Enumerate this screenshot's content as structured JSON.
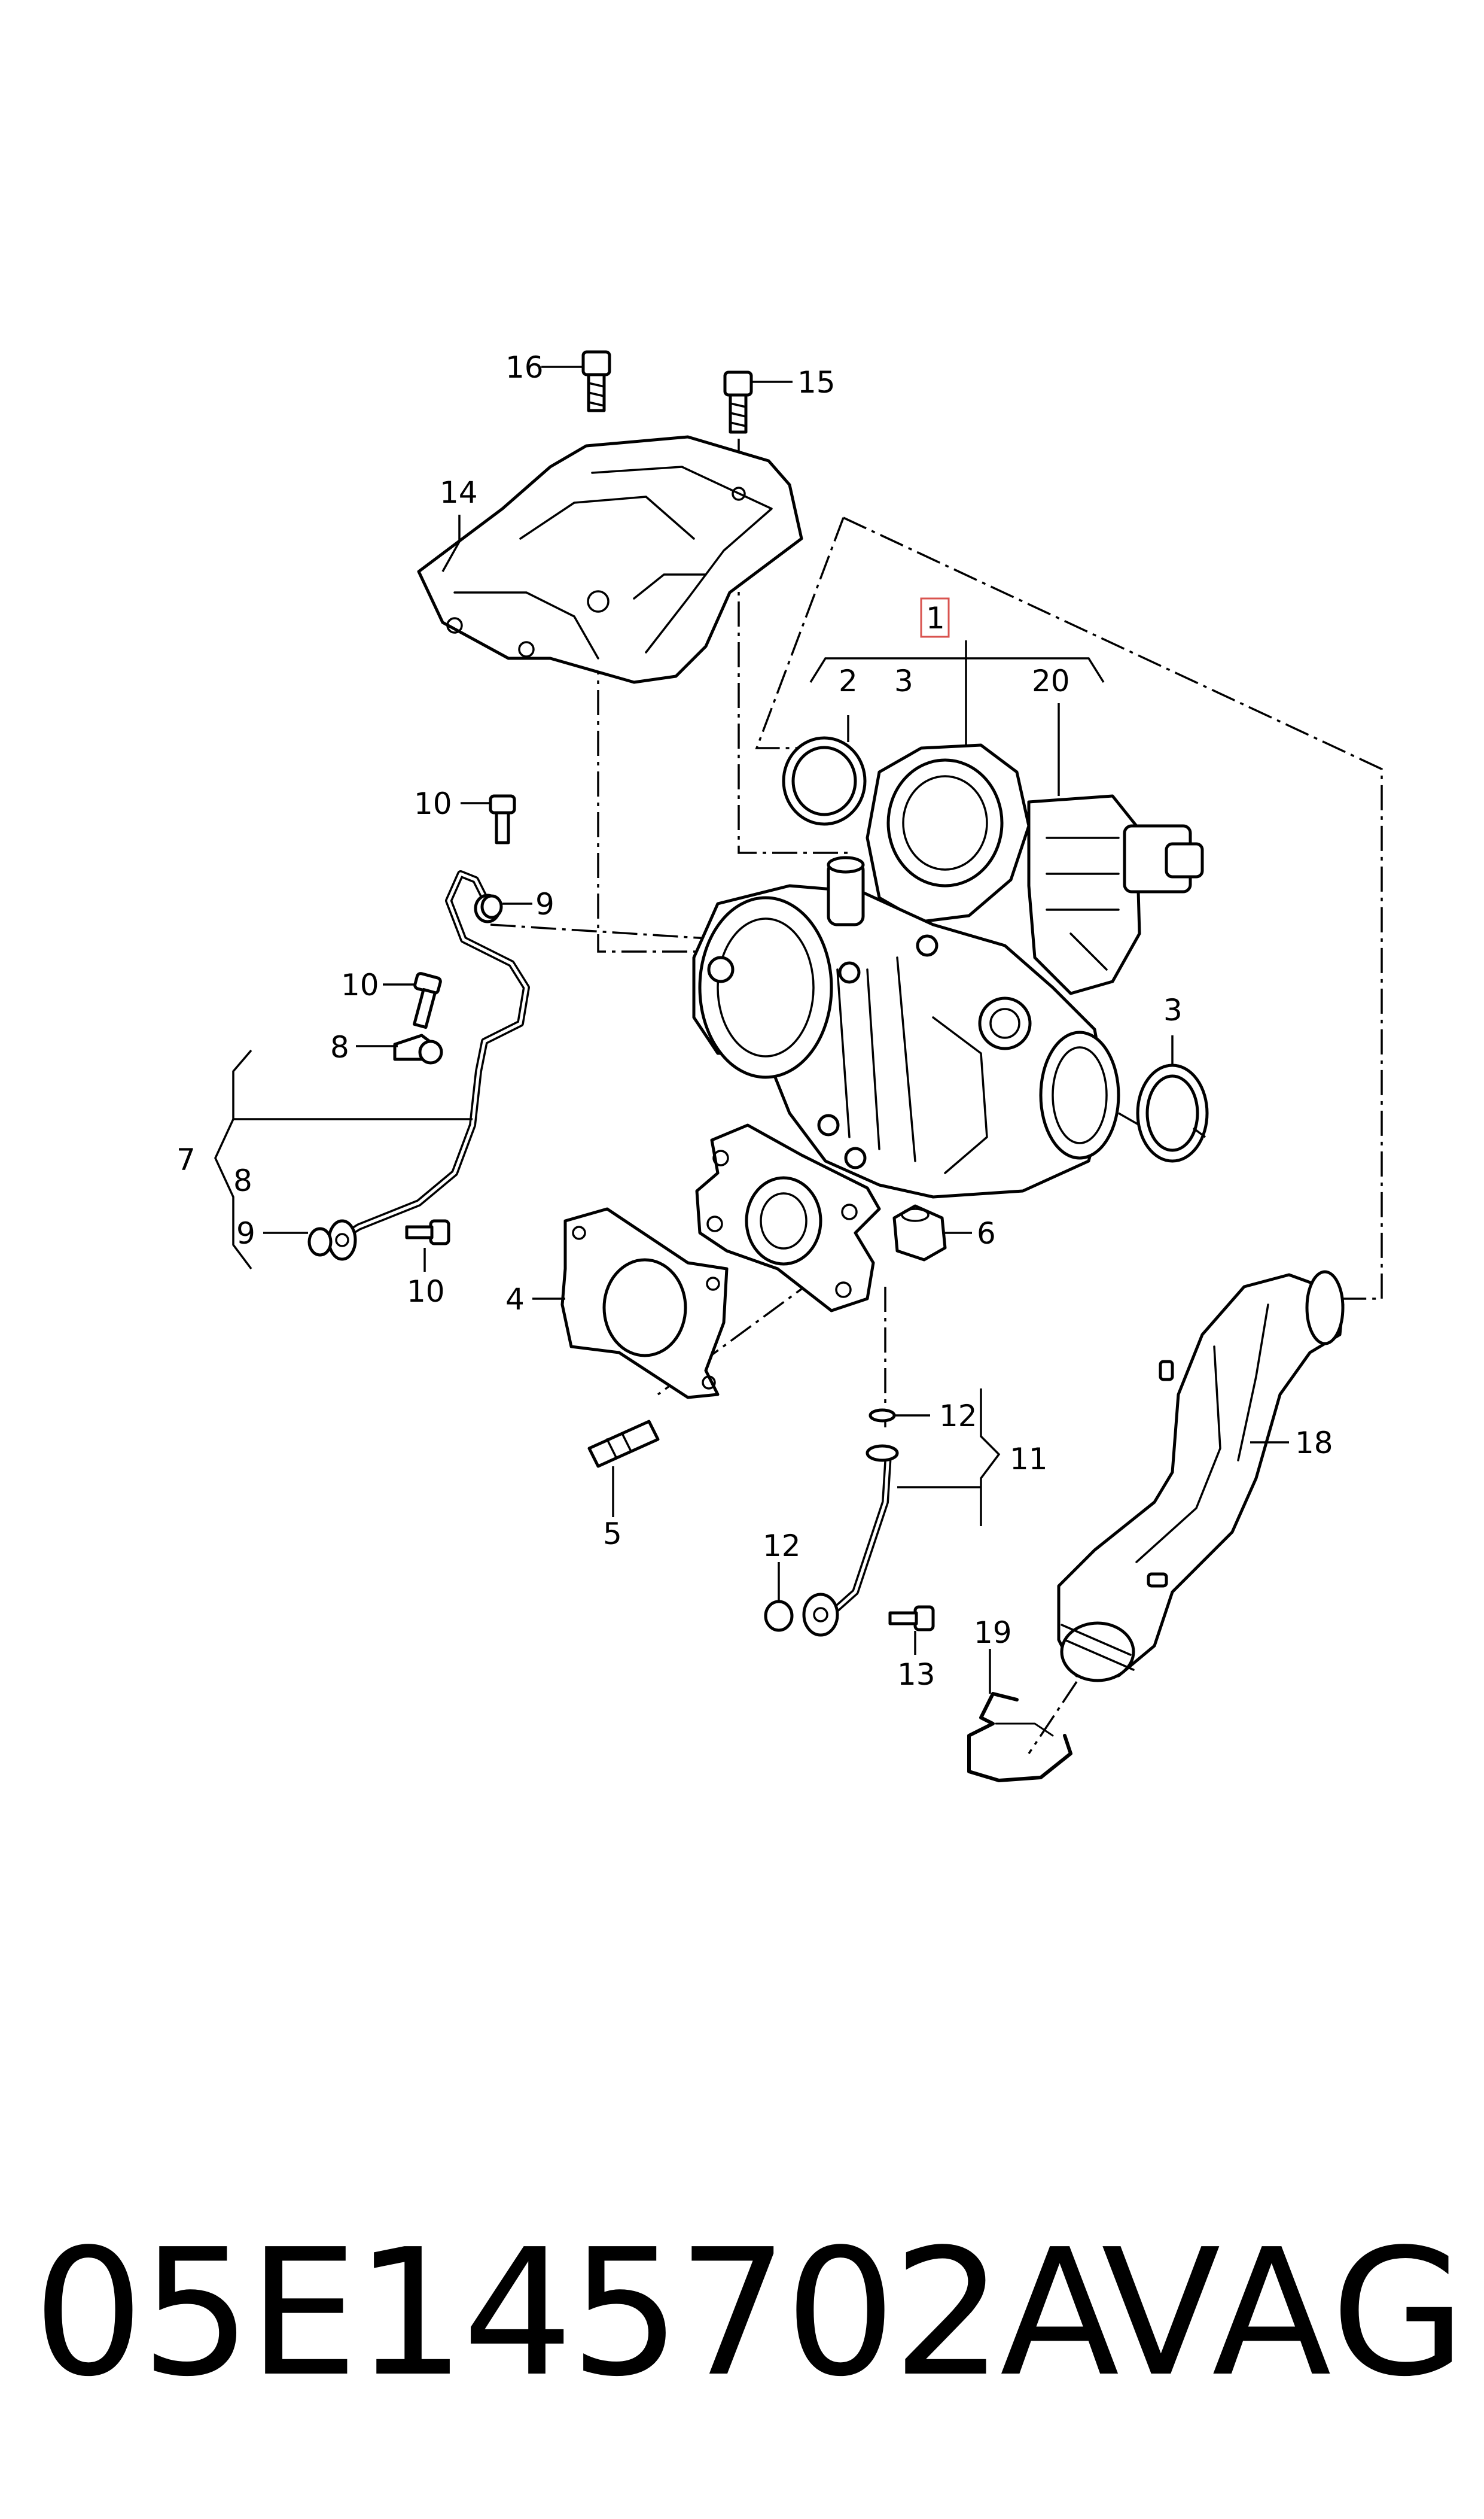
{
  "callouts": {
    "c1": "1",
    "c2": "2",
    "c3a": "3",
    "c3b": "3",
    "c4": "4",
    "c5": "5",
    "c6": "6",
    "c7": "7",
    "c8a": "8",
    "c8b": "8",
    "c9a": "9",
    "c9b": "9",
    "c10a": "10",
    "c10b": "10",
    "c10c": "10",
    "c11": "11",
    "c12a": "12",
    "c12b": "12",
    "c13": "13",
    "c14": "14",
    "c15": "15",
    "c16": "16",
    "c18": "18",
    "c19": "19",
    "c20": "20"
  },
  "caption": {
    "part_number": "05E145702A",
    "brand": "VAG"
  },
  "colors": {
    "ink": "#000000",
    "background": "#ffffff",
    "highlight": "#d9534f"
  }
}
